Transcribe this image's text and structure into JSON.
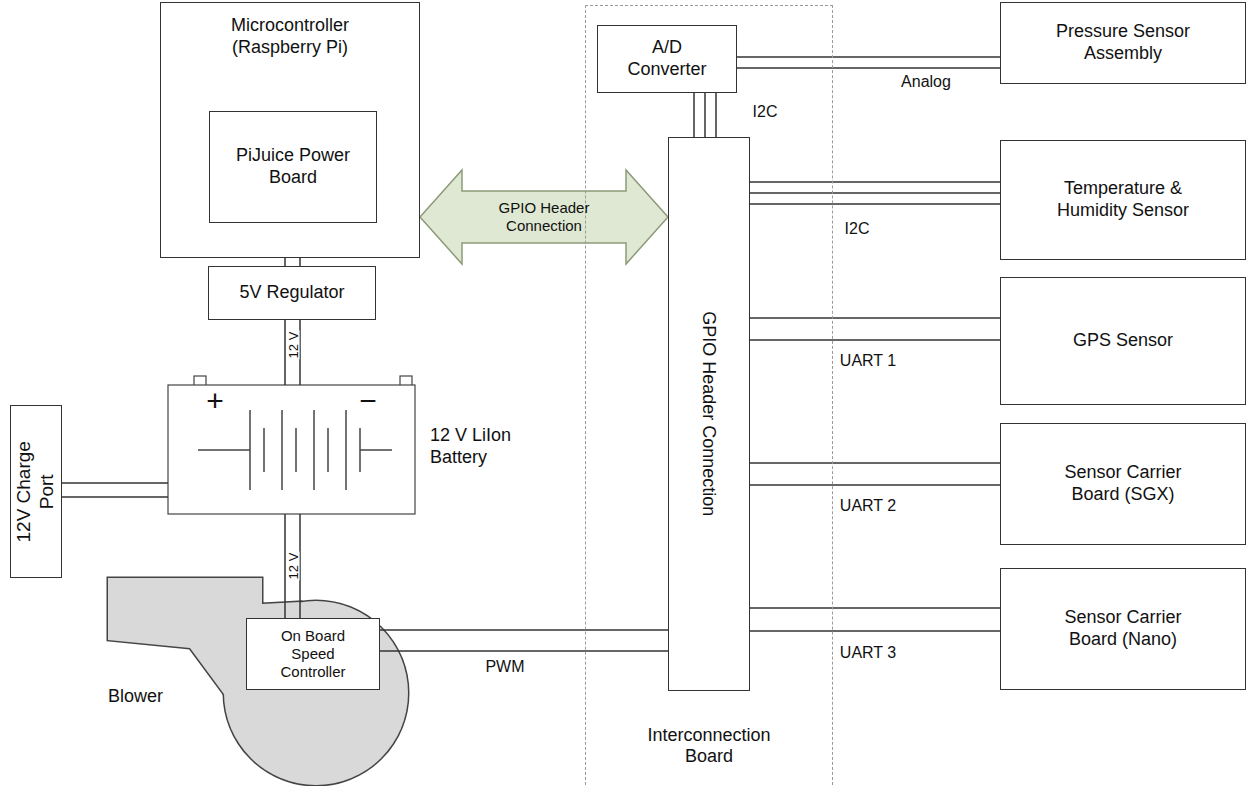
{
  "diagram": {
    "nodes": [
      {
        "text": [
          "Microcontroller (Raspberry Pi)"
        ]
      },
      {
        "text": [
          "PiJuice Power Board"
        ],
        "in": 0
      },
      {
        "text": [
          "5V Regulator"
        ]
      },
      {
        "text": [
          "Interconnection Board"
        ]
      },
      {
        "text": [
          "A/D Converter"
        ],
        "in": 3
      },
      {
        "text": [
          "GPIO Header Connection"
        ],
        "in": 3
      },
      {
        "text": [
          "Pressure Sensor Assembly"
        ]
      },
      {
        "text": [
          "Temperature & Humidity Sensor"
        ]
      },
      {
        "text": [
          "GPS Sensor"
        ]
      },
      {
        "text": [
          "Sensor Carrier Board (SGX)"
        ]
      },
      {
        "text": [
          "Sensor Carrier Board (Nano)"
        ]
      },
      {
        "text": [
          "12 V LiIon Battery"
        ]
      },
      {
        "text": [
          "12V Charge Port"
        ]
      },
      {
        "text": [
          "Blower"
        ]
      },
      {
        "text": [
          "On Board Speed Controller"
        ],
        "in": 13
      }
    ],
    "edges": [
      {
        "from": 0,
        "to": 5,
        "label": "GPIO Header Connection",
        "arrow": "both"
      },
      {
        "from": 1,
        "to": 2,
        "arrow": "none"
      },
      {
        "from": 2,
        "to": 11,
        "label": "12 V",
        "arrow": "none"
      },
      {
        "from": 12,
        "to": 11,
        "arrow": "none"
      },
      {
        "from": 11,
        "to": 14,
        "label": "12 V",
        "arrow": "none"
      },
      {
        "from": 14,
        "to": 5,
        "label": "PWM",
        "arrow": "none"
      },
      {
        "from": 4,
        "to": 5,
        "label": "I2C",
        "arrow": "none"
      },
      {
        "from": 4,
        "to": 6,
        "label": "Analog",
        "arrow": "none"
      },
      {
        "from": 5,
        "to": 7,
        "label": "I2C",
        "arrow": "none"
      },
      {
        "from": 5,
        "to": 8,
        "label": "UART 1",
        "arrow": "none"
      },
      {
        "from": 5,
        "to": 9,
        "label": "UART 2",
        "arrow": "none"
      },
      {
        "from": 5,
        "to": 10,
        "label": "UART 3",
        "arrow": "none"
      }
    ],
    "labels": [
      "+",
      "−"
    ]
  }
}
